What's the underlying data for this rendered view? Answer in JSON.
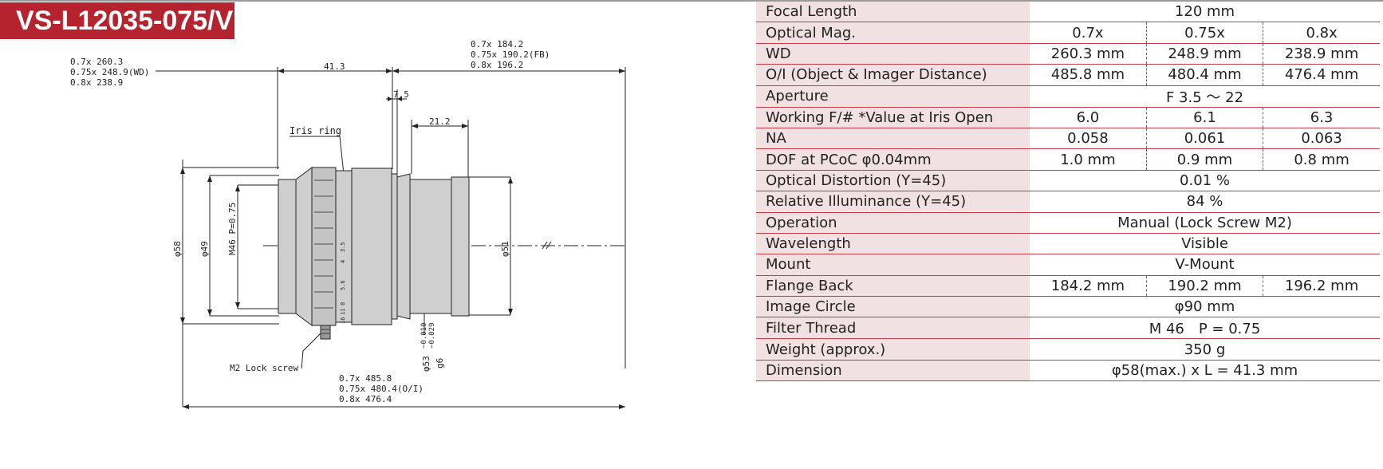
{
  "model": "VS-L12035-075/V",
  "drawing": {
    "fb_labels": [
      "0.7x  184.2",
      "0.75x 190.2(FB)",
      "0.8x  196.2"
    ],
    "wd_labels": [
      "0.7x  260.3",
      "0.75x 248.9(WD)",
      "0.8x  238.9"
    ],
    "oi_labels": [
      "0.7x  485.8",
      "0.75x 480.4(O/I)",
      "0.8x  476.4"
    ],
    "length": "41.3",
    "dim_7_5": "7.5",
    "dim_21_2": "21.2",
    "iris_ring": "Iris ring",
    "lock_screw": "M2 Lock screw",
    "dia_58": "φ58",
    "dia_49": "φ49",
    "thread": "M46 P=0.75",
    "dia_51": "φ51",
    "dia_53": "φ53",
    "tol_upper": "−0.010",
    "tol_lower": "−0.029",
    "fit": "g6",
    "scale_marks": [
      "3.5",
      "4",
      "5.6",
      "8",
      "11",
      "16"
    ]
  },
  "specs": [
    {
      "label": "Focal Length",
      "values": [
        "120 mm"
      ]
    },
    {
      "label": "Optical Mag.",
      "values": [
        "0.7x",
        "0.75x",
        "0.8x"
      ]
    },
    {
      "label": "WD",
      "values": [
        "260.3 mm",
        "248.9 mm",
        "238.9 mm"
      ]
    },
    {
      "label": "O/I (Object & Imager Distance)",
      "values": [
        "485.8 mm",
        "480.4 mm",
        "476.4 mm"
      ]
    },
    {
      "label": "Aperture",
      "values": [
        "F 3.5 ～ 22"
      ]
    },
    {
      "label": "Working F/# *Value at Iris Open",
      "values": [
        "6.0",
        "6.1",
        "6.3"
      ]
    },
    {
      "label": "NA",
      "values": [
        "0.058",
        "0.061",
        "0.063"
      ]
    },
    {
      "label": "DOF at PCoC φ0.04mm",
      "values": [
        "1.0 mm",
        "0.9 mm",
        "0.8 mm"
      ]
    },
    {
      "label": "Optical Distortion (Y=45)",
      "values": [
        "0.01 %"
      ]
    },
    {
      "label": "Relative Illuminance (Y=45)",
      "values": [
        "84 %"
      ]
    },
    {
      "label": "Operation",
      "values": [
        "Manual (Lock Screw M2)"
      ]
    },
    {
      "label": "Wavelength",
      "values": [
        "Visible"
      ]
    },
    {
      "label": "Mount",
      "values": [
        "V-Mount"
      ]
    },
    {
      "label": "Flange Back",
      "values": [
        "184.2 mm",
        "190.2 mm",
        "196.2 mm"
      ]
    },
    {
      "label": "Image Circle",
      "values": [
        "φ90 mm"
      ]
    },
    {
      "label": "Filter Thread",
      "values": [
        "M 46　P = 0.75"
      ]
    },
    {
      "label": "Weight (approx.)",
      "values": [
        "350 g"
      ]
    },
    {
      "label": "Dimension",
      "values": [
        "φ58(max.) x L = 41.3 mm"
      ]
    }
  ]
}
